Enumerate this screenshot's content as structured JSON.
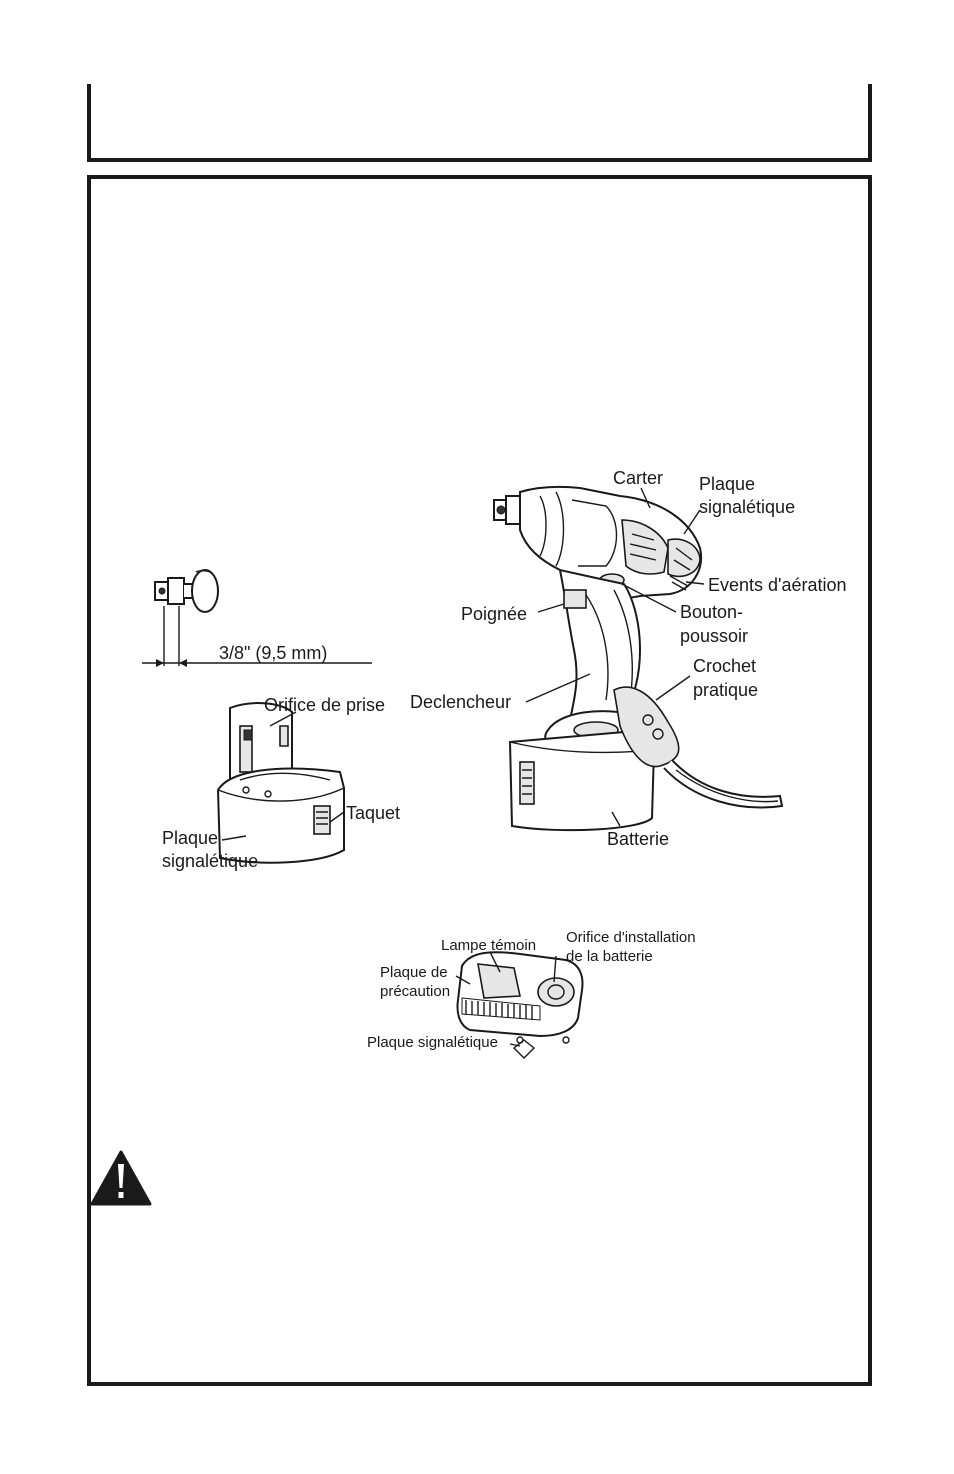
{
  "tool_labels": {
    "carter": "Carter",
    "plaque_signaletique_line1": "Plaque",
    "plaque_signaletique_line2": "signalétique",
    "events": "Events d'aération",
    "bouton_line1": "Bouton-",
    "bouton_line2": "poussoir",
    "poignee": "Poignée",
    "crochet_line1": "Crochet",
    "crochet_line2": "pratique",
    "declencheur": "Declencheur",
    "batterie": "Batterie"
  },
  "anvil": {
    "dimension": "3/8\" (9,5 mm)"
  },
  "battery_labels": {
    "orifice_prise": "Orifice de prise",
    "taquet": "Taquet",
    "plaque_line1": "Plaque",
    "plaque_line2": "signalétique"
  },
  "charger_labels": {
    "lampe_temoin": "Lampe témoin",
    "orifice_line1": "Orifice d'installation",
    "orifice_line2": "de la batterie",
    "precaution_line1": "Plaque de",
    "precaution_line2": "précaution",
    "plaque_signaletique": "Plaque signalétique"
  },
  "icons": {
    "warning": "warning-triangle-icon"
  }
}
